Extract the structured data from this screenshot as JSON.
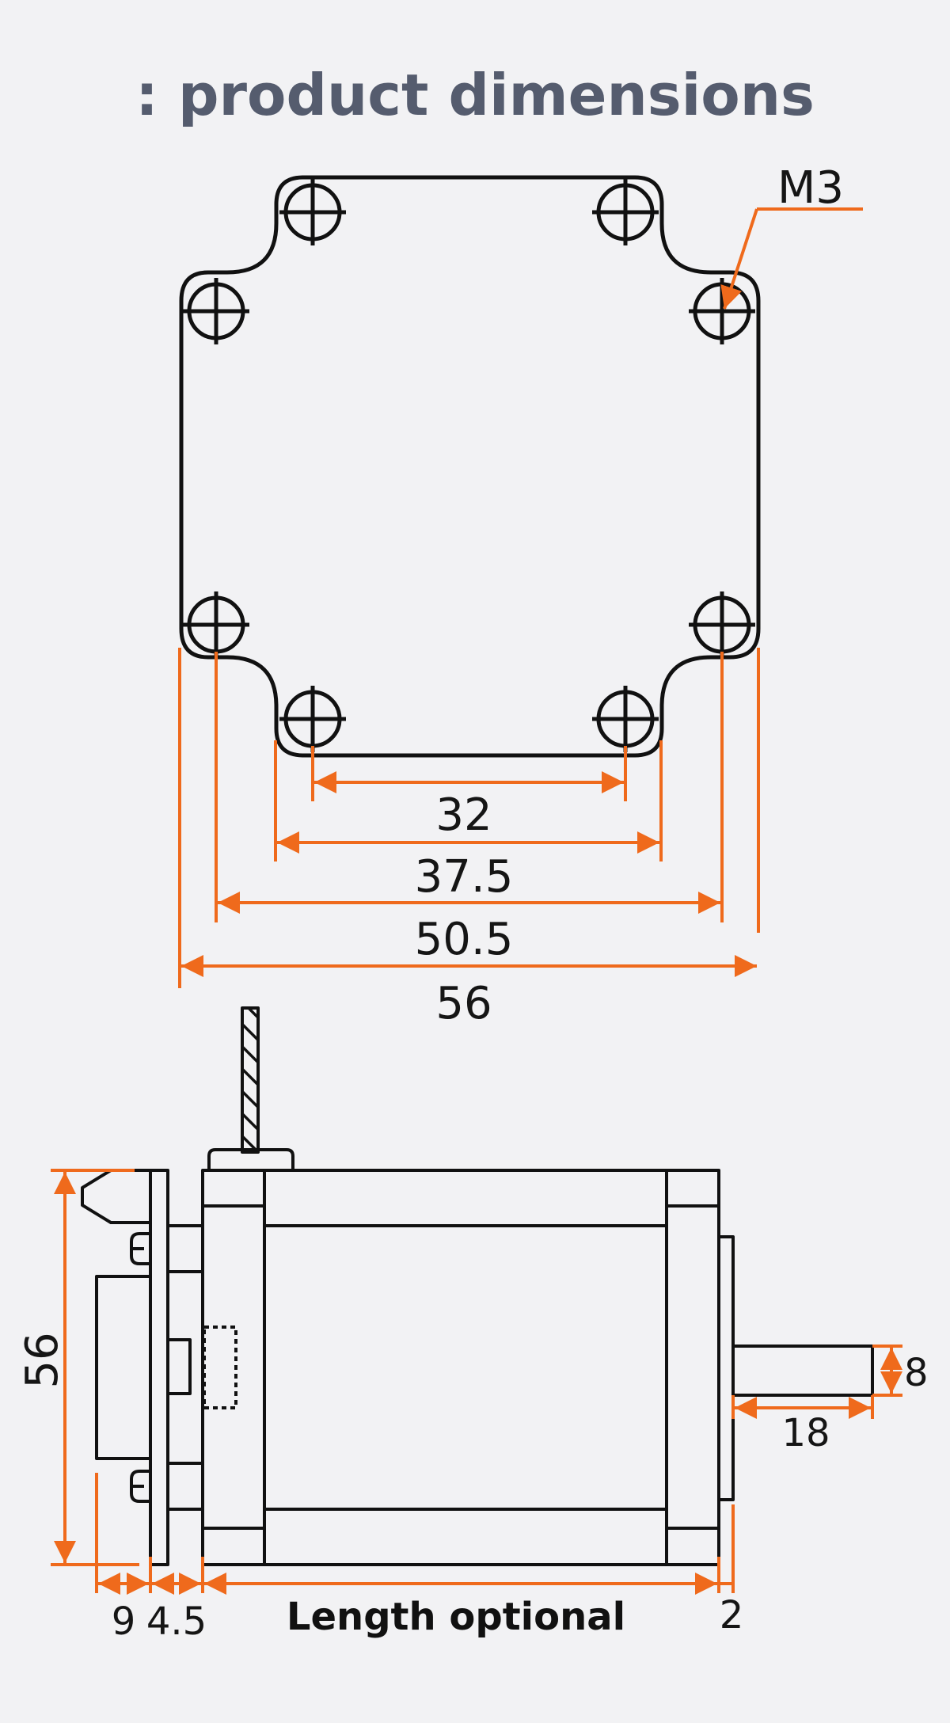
{
  "title": ": product dimensions",
  "colors": {
    "dimension": "#ef6a1c",
    "outline": "#111111",
    "title": "#555c6e",
    "background": "#f2f2f4"
  },
  "front_view": {
    "hole_label": "M3",
    "dim_32": "32",
    "dim_37_5": "37.5",
    "dim_50_5": "50.5",
    "dim_56": "56"
  },
  "side_view": {
    "height": "56",
    "shaft_diameter": "8",
    "shaft_length": "18",
    "dim_9": "9",
    "dim_4_5": "4.5",
    "length_label": "Length optional",
    "dim_2": "2"
  }
}
